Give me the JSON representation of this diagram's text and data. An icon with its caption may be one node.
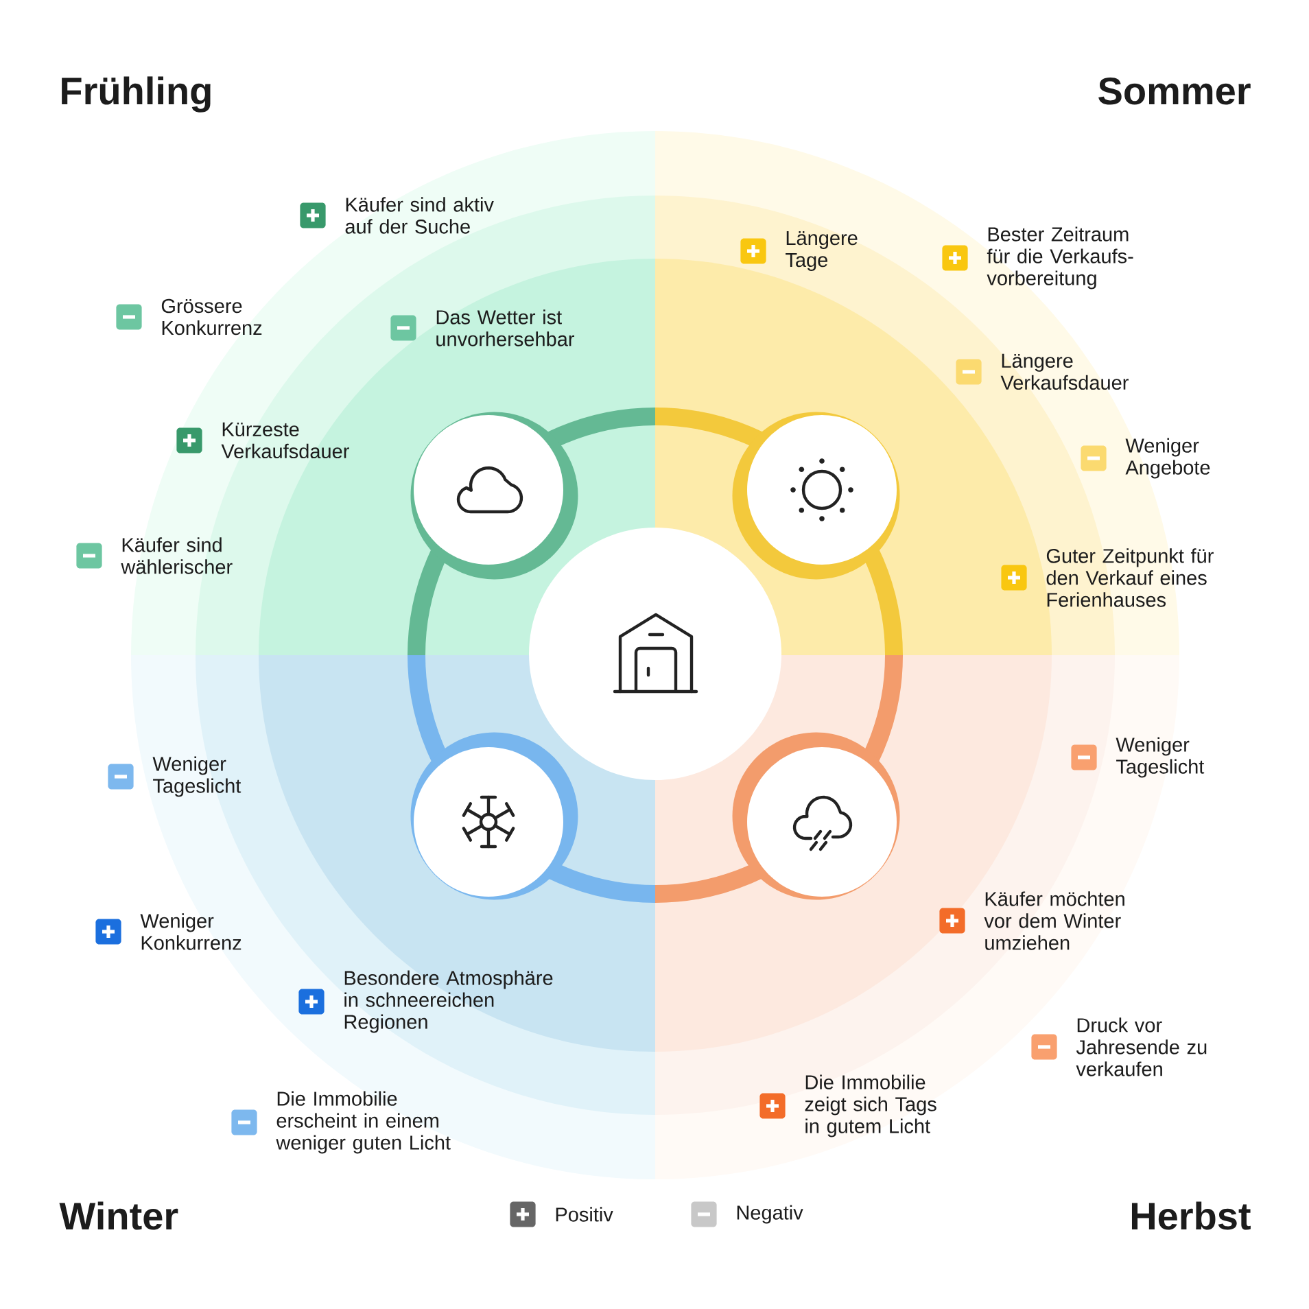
{
  "diagram": {
    "labels": [
      "Frühling",
      "Sommer",
      "Käufer sind aktiv auf der Suche",
      "Grössere Konkurrenz",
      "Das Wetter ist unvorhersehbar",
      "Kürzeste Verkaufsdauer",
      "Käufer sind wählerischer",
      "Längere Tage",
      "Bester Zeitraum für die Verkaufs- vorbereitung",
      "Längere Verkaufsdauer",
      "Weniger Angebote",
      "Guter Zeitpunkt für den Verkauf eines Ferienhauses",
      "Weniger Tageslicht",
      "Weniger Konkurrenz",
      "Besondere Atmosphäre in schneereichen Regionen",
      "Die Immobilie erscheint in einem weniger guten Licht",
      "Weniger Tageslicht",
      "Käufer möchten vor dem Winter umziehen",
      "Druck vor Jahresende zu verkaufen",
      "Die Immobilie zeigt sich Tags in gutem Licht",
      "Winter",
      "Herbst"
    ],
    "legend": [
      {
        "text": "Positiv",
        "color": "#666666"
      },
      {
        "text": "Negativ",
        "color": "#c8c8c8"
      }
    ]
  }
}
